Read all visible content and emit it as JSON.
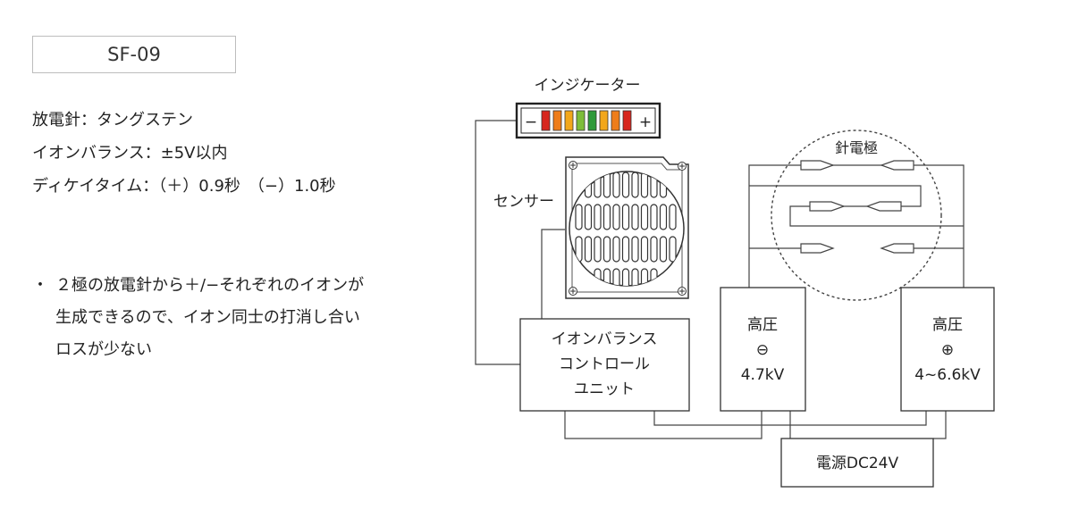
{
  "model": "SF-09",
  "specs": [
    "放電針：タングステン",
    "イオンバランス：±5V以内",
    "ディケイタイム：（＋）0.9秒　（−）1.0秒"
  ],
  "note": {
    "bullet": "・",
    "lines": [
      "２極の放電針から＋/−それぞれのイオンが",
      "生成できるので、イオン同士の打消し合い",
      "ロスが少ない"
    ]
  },
  "diagram": {
    "indicator_label": "インジケーター",
    "indicator_minus": "−",
    "indicator_plus": "+",
    "indicator_colors": [
      "#d7261e",
      "#ee7d1a",
      "#f2a71b",
      "#7dbd3a",
      "#2f9a3a",
      "#f2a71b",
      "#ee7d1a",
      "#d7261e"
    ],
    "sensor_label": "センサー",
    "needle_label": "針電極",
    "control_unit": [
      "イオンバランス",
      "コントロール",
      "ユニット"
    ],
    "hv_negative": [
      "高圧",
      "⊖",
      "4.7kV"
    ],
    "hv_positive": [
      "高圧",
      "⊕",
      "4~6.6kV"
    ],
    "power": "電源DC24V"
  }
}
